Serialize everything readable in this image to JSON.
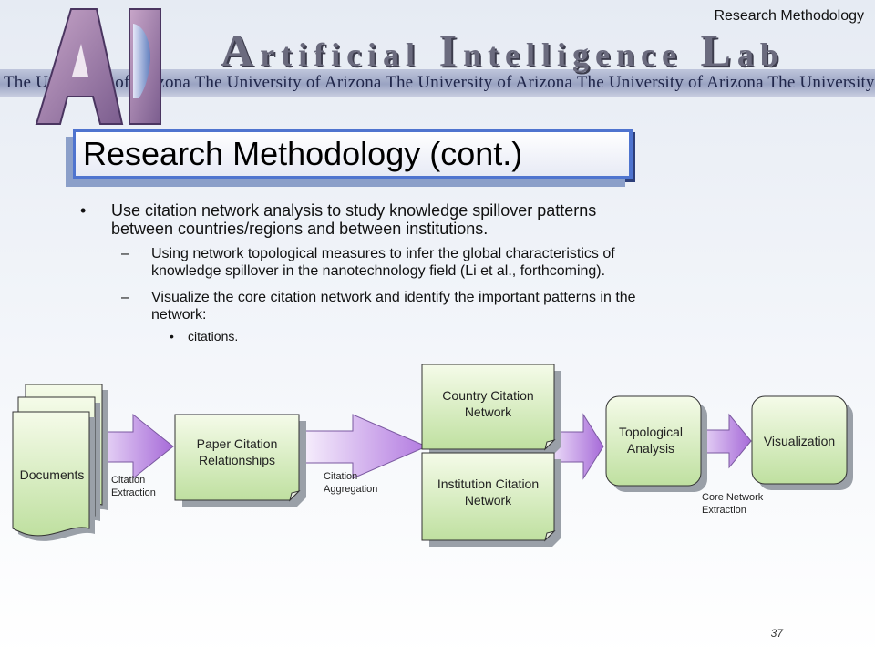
{
  "header": {
    "section_label": "Research Methodology",
    "lab_title": {
      "a_cap": "A",
      "a_rest": "rtificial",
      "i_cap": "I",
      "i_rest": "ntelligence",
      "l_cap": "L",
      "l_rest": "ab"
    },
    "banner_text": "The University of Arizona The University of Arizona The University of Arizona The University of Arizona The University",
    "logo_text": "AI"
  },
  "slide": {
    "title": "Research Methodology (cont.)",
    "bullets": [
      {
        "level": 1,
        "marker": "•",
        "lines": [
          "Use citation network analysis to study knowledge spillover patterns",
          "between countries/regions and between institutions."
        ]
      },
      {
        "level": 2,
        "marker": "–",
        "lines": [
          "Using network topological measures to infer the global characteristics of",
          "knowledge spillover in the nanotechnology field (Li et al., forthcoming)."
        ]
      },
      {
        "level": 2,
        "marker": "–",
        "lines": [
          "Visualize the core citation network and identify the important patterns in the",
          "network:"
        ]
      },
      {
        "level": 3,
        "marker": "•",
        "lines": [
          "citations."
        ]
      }
    ],
    "page_number": "37"
  },
  "diagram": {
    "nodes": {
      "documents": "Documents",
      "paper": [
        "Paper Citation",
        "Relationships"
      ],
      "country": [
        "Country Citation",
        "Network"
      ],
      "institution": [
        "Institution Citation",
        "Network"
      ],
      "topological": [
        "Topological",
        "Analysis"
      ],
      "visualization": "Visualization"
    },
    "edges": {
      "citation_extraction": [
        "Citation",
        "Extraction"
      ],
      "citation_aggregation": [
        "Citation",
        "Aggregation"
      ],
      "core_network_extraction": [
        "Core Network",
        "Extraction"
      ]
    },
    "colors": {
      "box_fill_top": "#f5fbe9",
      "box_fill_bottom": "#bfe0a0",
      "arrow_fill_light": "#f3e8fb",
      "arrow_fill_dark": "#b27ae0",
      "title_border": "#4f74cf"
    }
  }
}
